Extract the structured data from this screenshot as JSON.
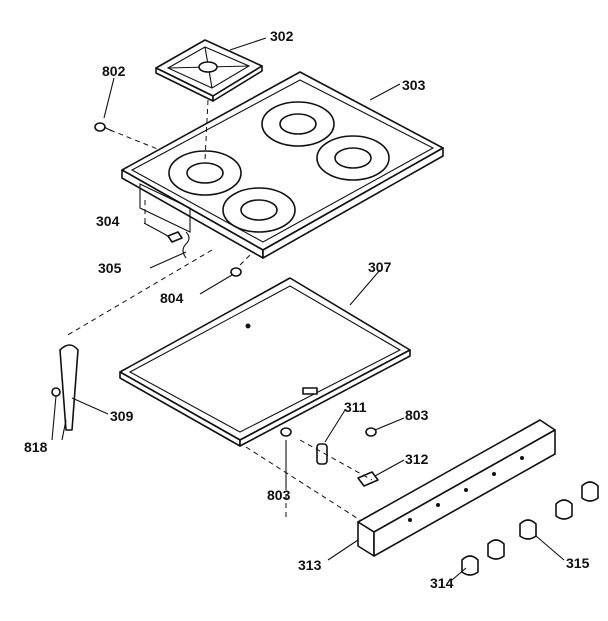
{
  "title": "",
  "callouts": {
    "c302": "302",
    "c303": "303",
    "c802": "802",
    "c304": "304",
    "c305": "305",
    "c804": "804",
    "c307": "307",
    "c309": "309",
    "c818": "818",
    "c311": "311",
    "c803a": "803",
    "c803b": "803",
    "c312": "312",
    "c313": "313",
    "c314": "314",
    "c315": "315"
  },
  "icons": {
    "grate": "burner-grate-icon",
    "cooktop": "cooktop-panel-icon",
    "burner_box": "burner-box-icon",
    "wire": "wire-harness-icon",
    "panel": "control-panel-icon",
    "knob": "control-knob-icon"
  }
}
